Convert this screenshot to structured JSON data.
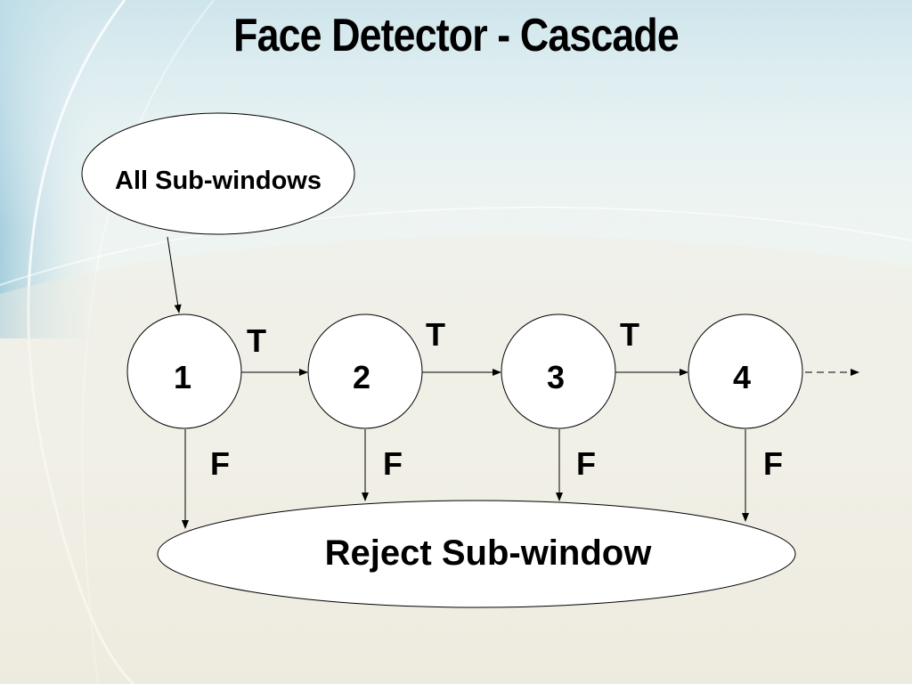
{
  "title": "Face Detector - Cascade",
  "diagram": {
    "source": "All Sub-windows",
    "stages": [
      "1",
      "2",
      "3",
      "4"
    ],
    "true_label": "T",
    "false_label": "F",
    "sink": "Reject Sub-window"
  },
  "colors": {
    "text": "#000000",
    "node_fill": "#ffffff",
    "background_top": "#dcecef",
    "background_bottom": "#ece9dc"
  }
}
